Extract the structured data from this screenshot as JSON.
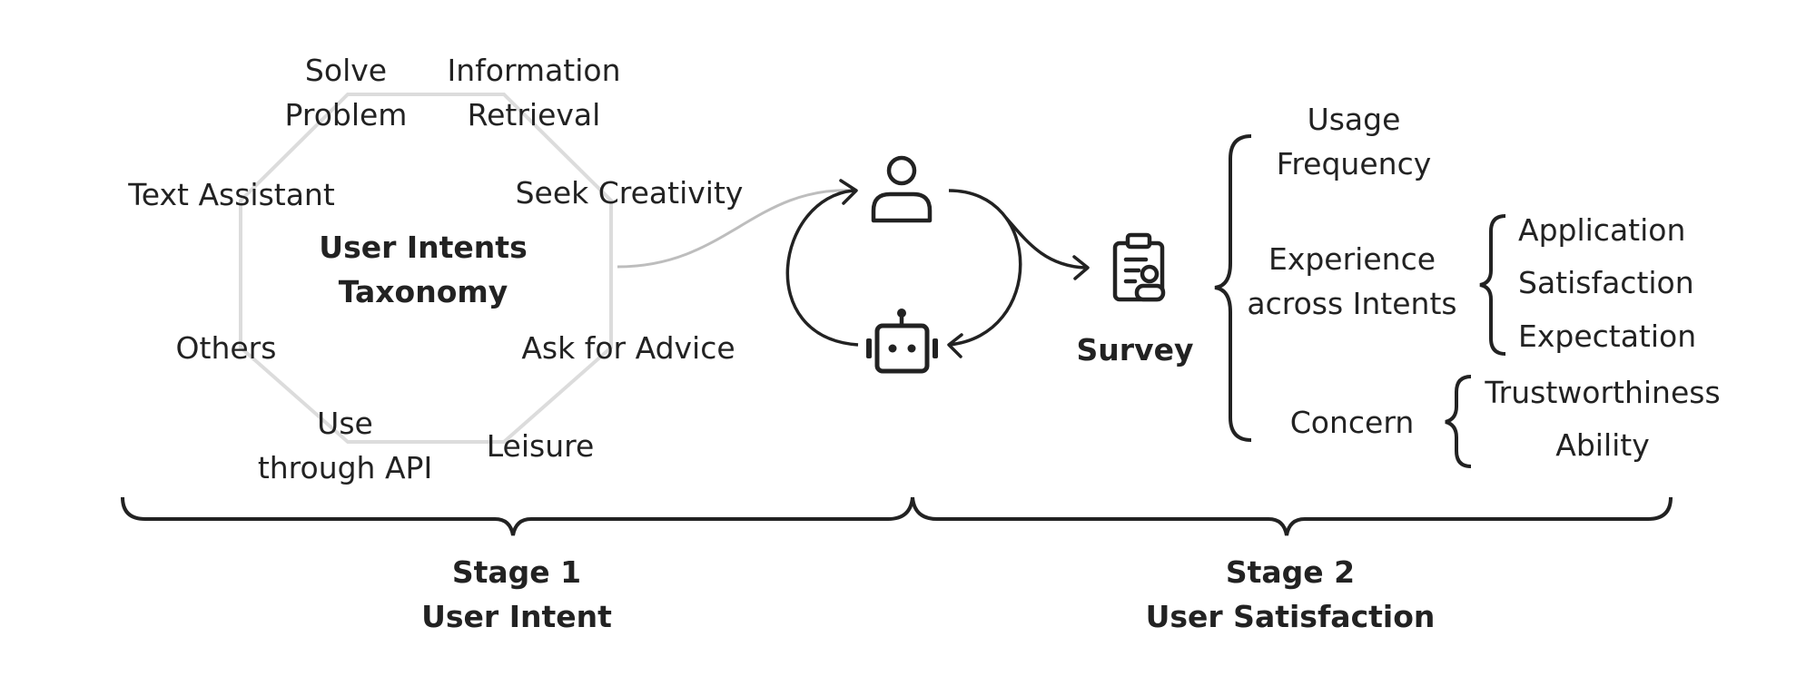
{
  "colors": {
    "ink": "#222222",
    "octagon": "#dcdcdc",
    "connector": "#bdbdbd"
  },
  "stage1": {
    "center_title": [
      "User Intents",
      "Taxonomy"
    ],
    "intents": {
      "solve_problem": [
        "Solve",
        "Problem"
      ],
      "information_retrieval": [
        "Information",
        "Retrieval"
      ],
      "text_assistant": "Text Assistant",
      "seek_creativity": "Seek Creativity",
      "others": "Others",
      "ask_for_advice": "Ask for Advice",
      "use_through_api": [
        "Use",
        "through API"
      ],
      "leisure": "Leisure"
    },
    "label": [
      "Stage 1",
      "User Intent"
    ]
  },
  "interaction": {
    "user_icon": "user-icon",
    "robot_icon": "robot-icon",
    "survey_icon": "clipboard-user-icon",
    "survey_label": "Survey"
  },
  "stage2": {
    "usage_frequency": [
      "Usage",
      "Frequency"
    ],
    "experience": [
      "Experience",
      "across Intents"
    ],
    "experience_items": [
      "Application",
      "Satisfaction",
      "Expectation"
    ],
    "concern": "Concern",
    "concern_items": [
      "Trustworthiness",
      "Ability"
    ],
    "label": [
      "Stage 2",
      "User Satisfaction"
    ]
  }
}
